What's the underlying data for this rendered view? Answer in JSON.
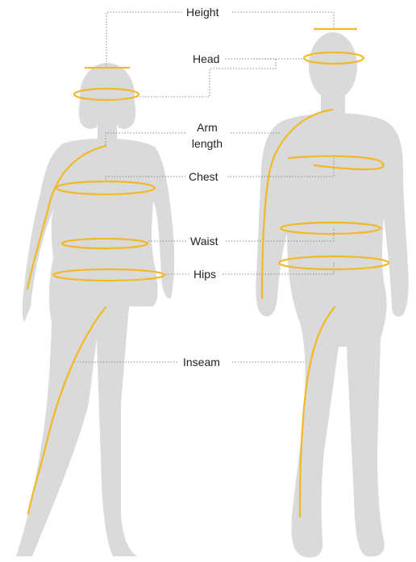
{
  "labels": {
    "height": "Height",
    "head": "Head",
    "arm_line1": "Arm",
    "arm_line2": "length",
    "chest": "Chest",
    "waist": "Waist",
    "hips": "Hips",
    "inseam": "Inseam"
  },
  "colors": {
    "silhouette": "#dadada",
    "measure": "#f2b825",
    "dotted": "#8a8a8a",
    "text": "#222222"
  }
}
